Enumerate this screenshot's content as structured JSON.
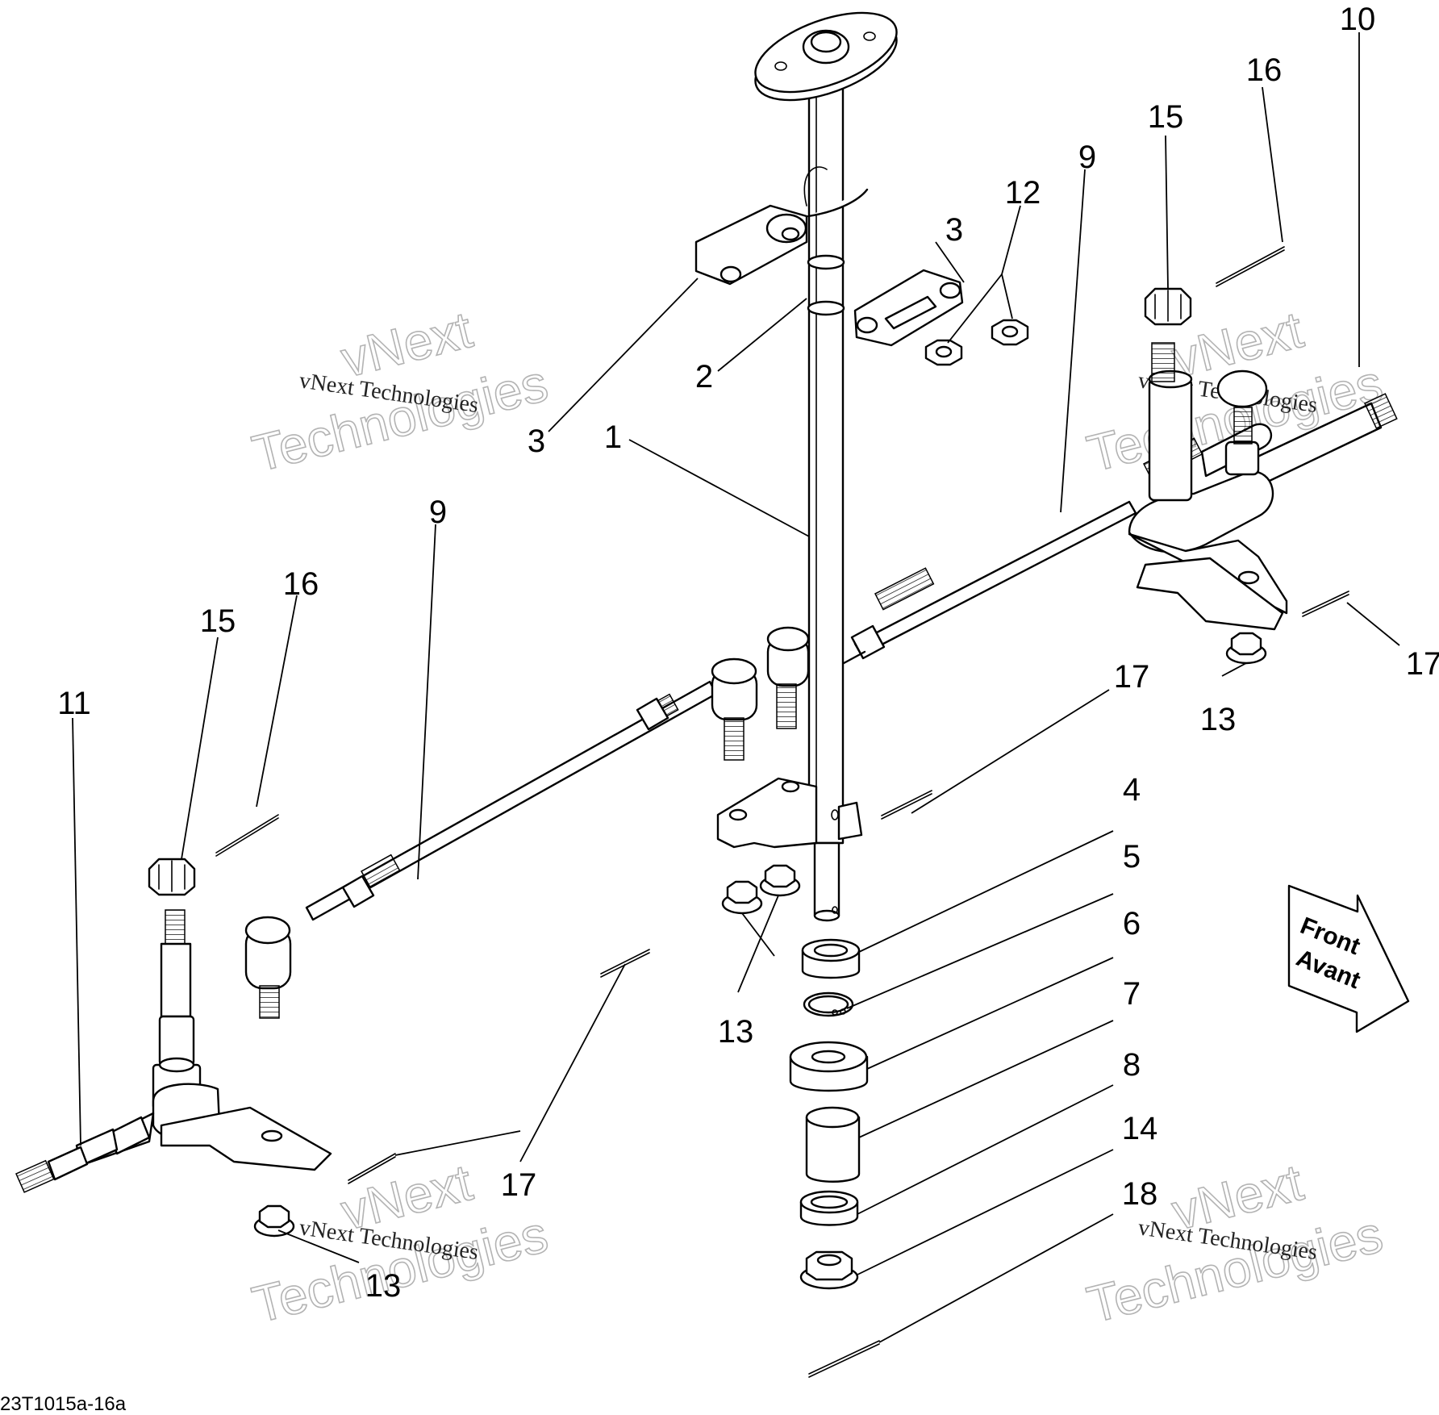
{
  "reference_code": "23T1015a-16a",
  "arrow": {
    "line1": "Front",
    "line2": "Avant"
  },
  "watermark": {
    "line1": "vNext",
    "line2": "Technologies",
    "small": "vNext Technologies"
  },
  "callouts": {
    "c1": "1",
    "c2": "2",
    "c3a": "3",
    "c3b": "3",
    "c4": "4",
    "c5": "5",
    "c6": "6",
    "c7": "7",
    "c8": "8",
    "c9a": "9",
    "c9b": "9",
    "c10": "10",
    "c11": "11",
    "c12": "12",
    "c13a": "13",
    "c13b": "13",
    "c13c": "13",
    "c14": "14",
    "c15a": "15",
    "c15b": "15",
    "c16a": "16",
    "c16b": "16",
    "c17a": "17",
    "c17b": "17",
    "c17c": "17",
    "c18": "18"
  }
}
